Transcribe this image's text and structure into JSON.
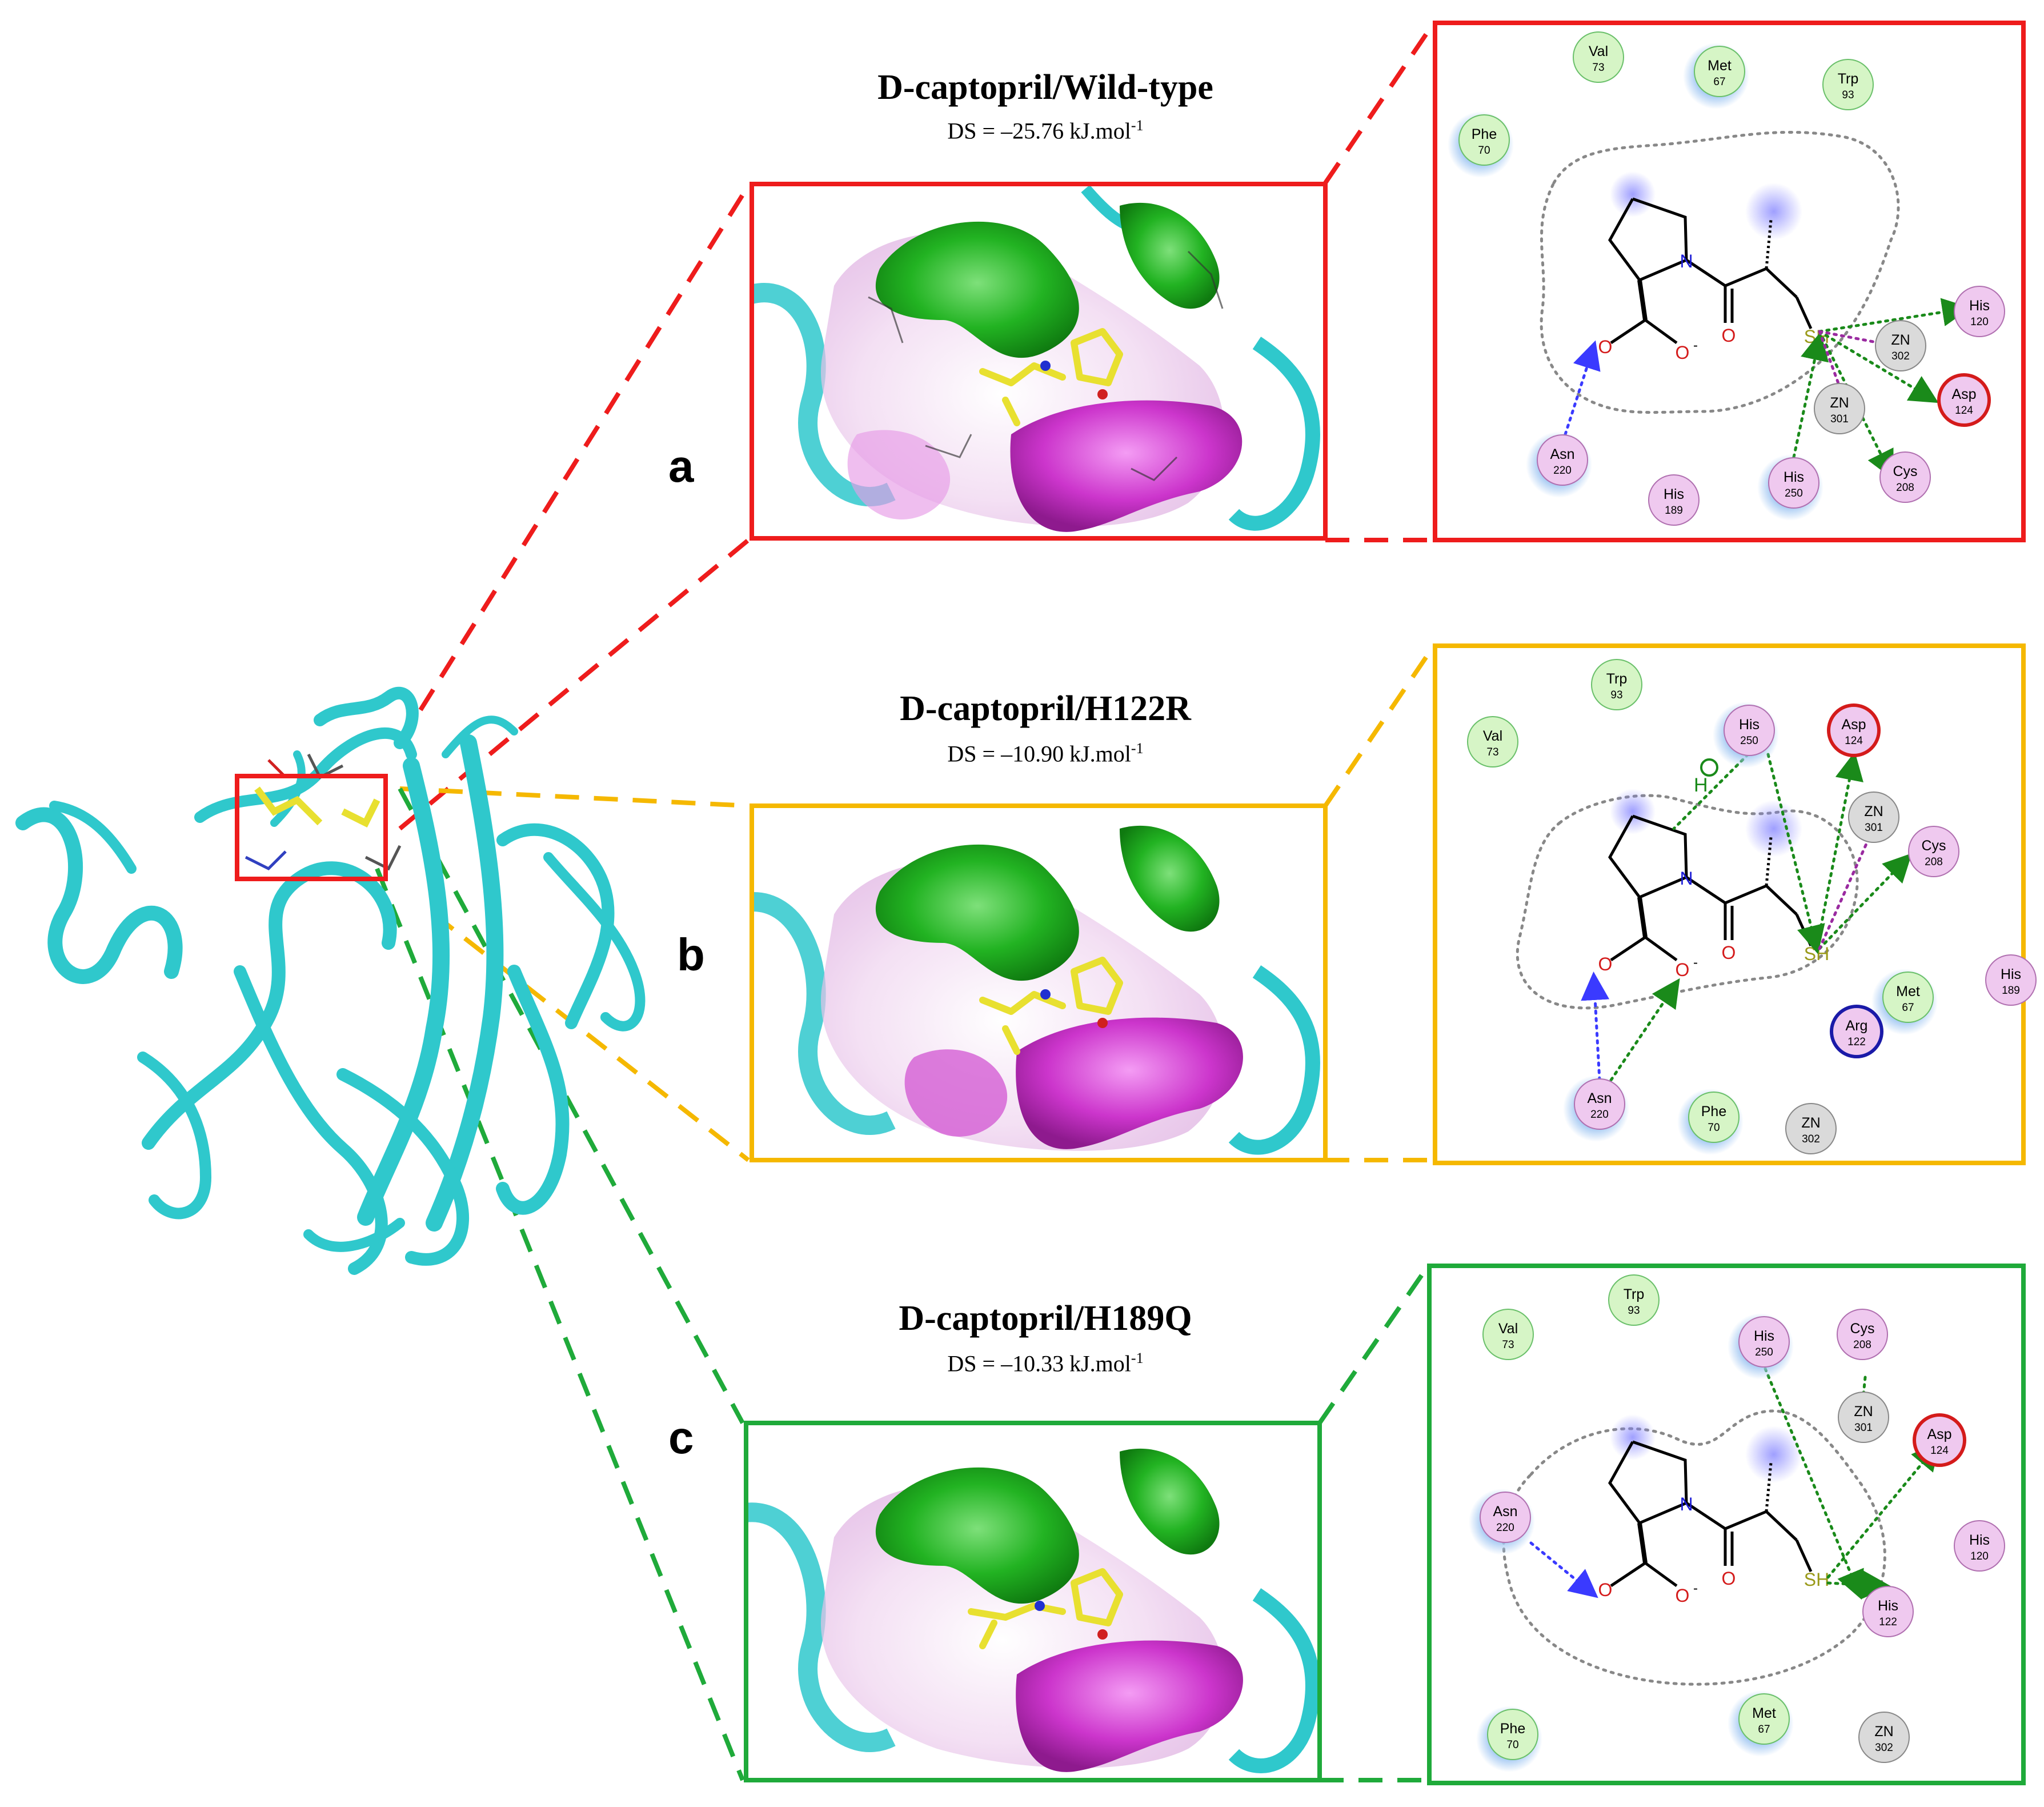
{
  "colors": {
    "a": "#ee1c1c",
    "b": "#f5b800",
    "c": "#1faa3a",
    "ribbon": "#2fc8cc",
    "hydrophobic": "#2dbb2d",
    "hydrophilic": "#d63fd6",
    "ligand": "#e8e030"
  },
  "panels": [
    {
      "letter": "a",
      "title": "D-captopril/Wild-type",
      "ds_text": "DS = –25.76 kJ.mol",
      "ds_sup": "-1",
      "residues": [
        {
          "name": "Val",
          "num": "73",
          "type": "vdw"
        },
        {
          "name": "Met",
          "num": "67",
          "type": "vdw"
        },
        {
          "name": "Trp",
          "num": "93",
          "type": "vdw"
        },
        {
          "name": "Phe",
          "num": "70",
          "type": "vdw"
        },
        {
          "name": "His",
          "num": "120",
          "type": "polar"
        },
        {
          "name": "ZN",
          "num": "302",
          "type": "metal"
        },
        {
          "name": "Asp",
          "num": "124",
          "type": "charged"
        },
        {
          "name": "ZN",
          "num": "301",
          "type": "metal"
        },
        {
          "name": "Cys",
          "num": "208",
          "type": "polar"
        },
        {
          "name": "His",
          "num": "250",
          "type": "polar"
        },
        {
          "name": "His",
          "num": "189",
          "type": "polar"
        },
        {
          "name": "Asn",
          "num": "220",
          "type": "polar"
        }
      ]
    },
    {
      "letter": "b",
      "title": "D-captopril/H122R",
      "ds_text": "DS = –10.90 kJ.mol",
      "ds_sup": "-1",
      "residues": [
        {
          "name": "Trp",
          "num": "93",
          "type": "vdw"
        },
        {
          "name": "His",
          "num": "250",
          "type": "polar"
        },
        {
          "name": "Asp",
          "num": "124",
          "type": "charged"
        },
        {
          "name": "Val",
          "num": "73",
          "type": "vdw"
        },
        {
          "name": "ZN",
          "num": "301",
          "type": "metal"
        },
        {
          "name": "Cys",
          "num": "208",
          "type": "polar"
        },
        {
          "name": "Met",
          "num": "67",
          "type": "vdw"
        },
        {
          "name": "His",
          "num": "189",
          "type": "polar"
        },
        {
          "name": "Arg",
          "num": "122",
          "type": "basic"
        },
        {
          "name": "Asn",
          "num": "220",
          "type": "polar"
        },
        {
          "name": "Phe",
          "num": "70",
          "type": "vdw"
        },
        {
          "name": "ZN",
          "num": "302",
          "type": "metal"
        }
      ]
    },
    {
      "letter": "c",
      "title": "D-captopril/H189Q",
      "ds_text": "DS = –10.33 kJ.mol",
      "ds_sup": "-1",
      "residues": [
        {
          "name": "Trp",
          "num": "93",
          "type": "vdw"
        },
        {
          "name": "Val",
          "num": "73",
          "type": "vdw"
        },
        {
          "name": "His",
          "num": "250",
          "type": "polar"
        },
        {
          "name": "Cys",
          "num": "208",
          "type": "polar"
        },
        {
          "name": "ZN",
          "num": "301",
          "type": "metal"
        },
        {
          "name": "Asp",
          "num": "124",
          "type": "charged"
        },
        {
          "name": "Asn",
          "num": "220",
          "type": "polar"
        },
        {
          "name": "His",
          "num": "120",
          "type": "polar"
        },
        {
          "name": "His",
          "num": "122",
          "type": "polar"
        },
        {
          "name": "Phe",
          "num": "70",
          "type": "vdw"
        },
        {
          "name": "Met",
          "num": "67",
          "type": "vdw"
        },
        {
          "name": "ZN",
          "num": "302",
          "type": "metal"
        }
      ]
    }
  ],
  "atoms": {
    "nitrogen": "N",
    "oxygen": "O",
    "thiol": "SH",
    "hydrogen": "H",
    "charge": "-"
  }
}
